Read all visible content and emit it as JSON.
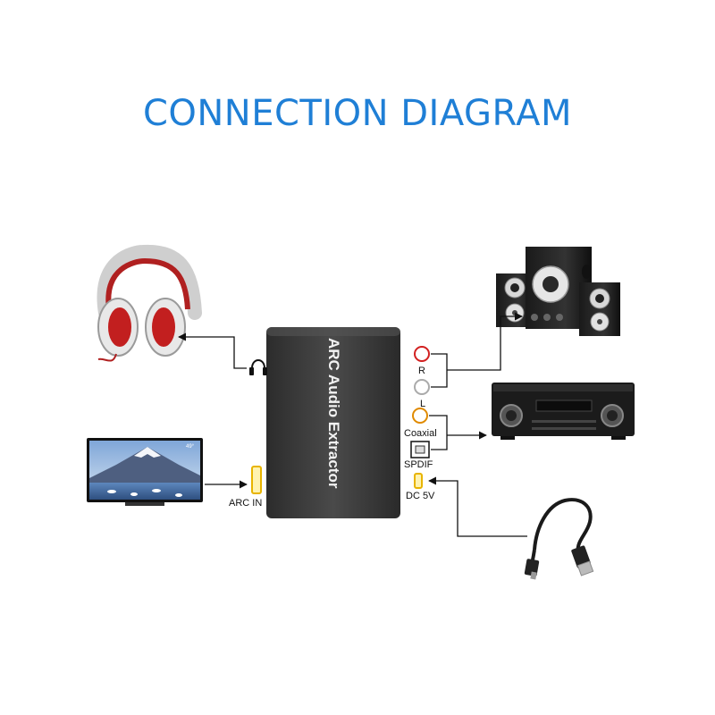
{
  "title": "CONNECTION DIAGRAM",
  "device": {
    "name": "ARC Audio Extractor"
  },
  "ports": {
    "arc_in": "ARC IN",
    "r": "R",
    "l": "L",
    "coaxial": "Coaxial",
    "spdif": "SPDIF",
    "dc": "DC 5V"
  },
  "tv": {
    "temp": "49°"
  },
  "colors": {
    "title": "#1f7fd6",
    "device_body": "#3a3a3a",
    "port_gold": "#e8b400",
    "r_port": "#d22020",
    "coax_port": "#e08a00"
  }
}
